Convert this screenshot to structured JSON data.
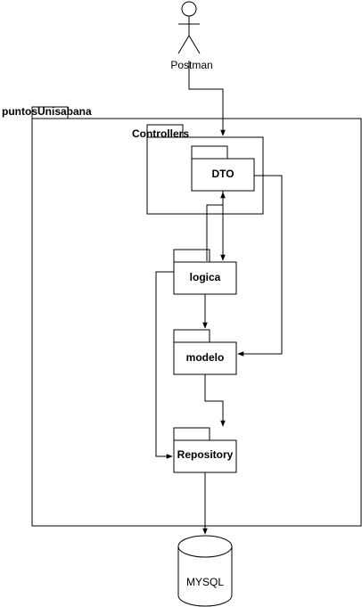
{
  "actor": {
    "label": "Postman"
  },
  "system": {
    "label": "puntosUnisabana"
  },
  "packages": {
    "controllers": "Controllers",
    "dto": "DTO",
    "logica": "logica",
    "modelo": "modelo",
    "repository": "Repository"
  },
  "database": {
    "label": "MYSQL"
  }
}
